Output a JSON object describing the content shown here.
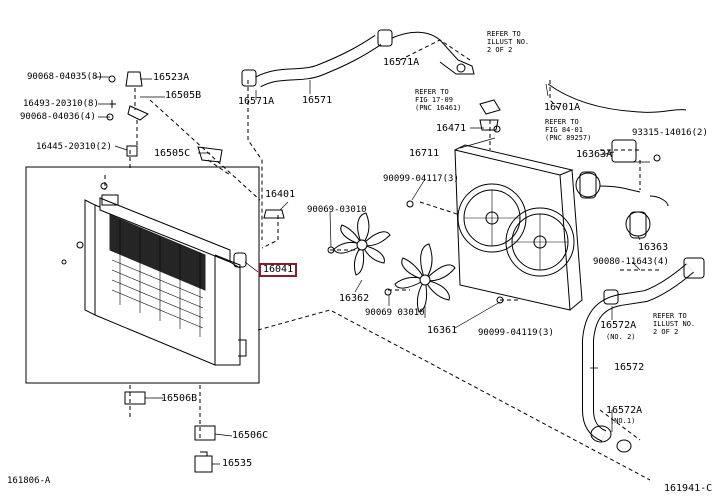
{
  "diagram": {
    "code_left": "161806-A",
    "code_right": "161941-C",
    "highlighted_part": "16041",
    "parts": {
      "p90068_04035": "90068-04035(8)",
      "p16523A": "16523A",
      "p16505B": "16505B",
      "p16493_20310": "16493-20310(8)",
      "p90068_04036": "90068-04036(4)",
      "p16445_20310": "16445-20310(2)",
      "p16505C": "16505C",
      "p16571A_a": "16571A",
      "p16571": "16571",
      "p16571A_b": "16571A",
      "p16401": "16401",
      "p16041": "16041",
      "p90069_03010_a": "90069-03010",
      "p16362": "16362",
      "p90069_03010_b": "90069 03010",
      "p16361": "16361",
      "p90099_04117": "90099-04117(3)",
      "p90099_04119": "90099-04119(3)",
      "p16471": "16471",
      "p16711": "16711",
      "p16701A": "16701A",
      "p16363A": "16363A",
      "p93315_14016": "93315-14016(2)",
      "p16363": "16363",
      "p90080_11643": "90080-11643(4)",
      "p16572A_a": "16572A",
      "p16572A_a_note": "(NO. 2)",
      "p16572": "16572",
      "p16572A_b": "16572A",
      "p16572A_b_note": "(NO.1)",
      "p16506B": "16506B",
      "p16506C": "16506C",
      "p16535": "16535"
    },
    "notes": {
      "refer_top_right": "REFER TO\nILLUST NO.\n2 OF 2",
      "refer_fig_17": "REFER TO\nFIG 17-09\n(PNC 16461)",
      "refer_fig_84": "REFER TO\nFIG 84-01\n(PNC 89257)",
      "refer_bottom_right": "REFER TO\nILLUST NO.\n2 OF 2"
    }
  }
}
